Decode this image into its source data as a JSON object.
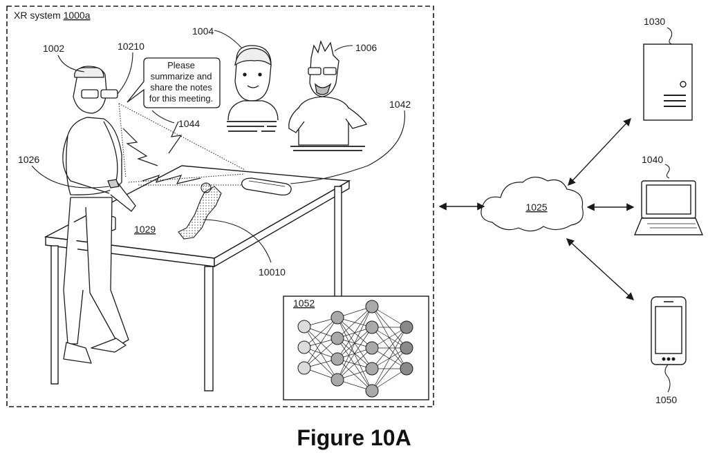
{
  "system_label": "XR system",
  "system_ref": "1000a",
  "callouts": {
    "user": "1002",
    "glasses": "10210",
    "person_a": "1004",
    "person_b": "1006",
    "wristband": "1026",
    "projection": "1042",
    "table_surface": "1029",
    "hologram": "10010",
    "speech_link": "1044",
    "network": "1025",
    "server": "1030",
    "laptop": "1040",
    "phone": "1050",
    "neural_net": "1052"
  },
  "speech_bubble": {
    "lines": [
      "Please",
      "summarize and",
      "share the notes",
      "for this meeting."
    ]
  },
  "caption": "Figure 10A",
  "icons": [
    "server-icon",
    "laptop-icon",
    "smartphone-icon",
    "cloud-icon",
    "neural-network-icon",
    "coffee-mug-icon"
  ],
  "colors": {
    "line": "#1a1a1a",
    "node_light": "#dcdcdc",
    "node_mid": "#a9a9a9",
    "node_dark": "#8a8a8a"
  }
}
